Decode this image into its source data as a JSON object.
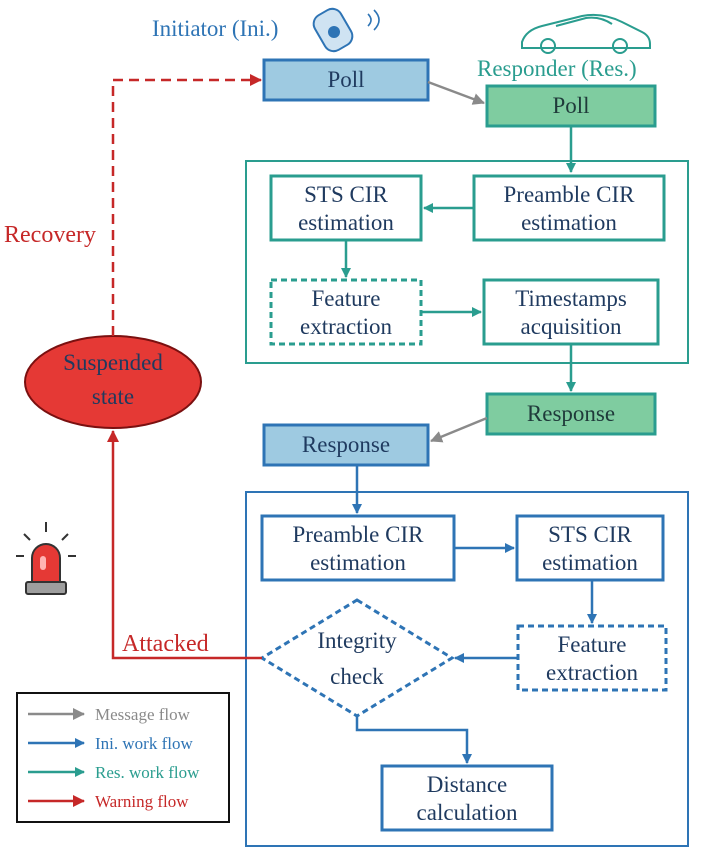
{
  "header": {
    "initiator": "Initiator (Ini.)",
    "responder": "Responder (Res.)"
  },
  "icons": {
    "key_fob": "key-fob-icon",
    "car": "car-icon",
    "alarm": "alarm-siren-icon"
  },
  "nodes": {
    "ini_poll": "Poll",
    "res_poll": "Poll",
    "res_sts_cir": [
      "STS CIR",
      "estimation"
    ],
    "res_preamble_cir": [
      "Preamble CIR",
      "estimation"
    ],
    "res_feature": [
      "Feature",
      "extraction"
    ],
    "res_timestamps": [
      "Timestamps",
      "acquisition"
    ],
    "res_response": "Response",
    "ini_response": "Response",
    "ini_preamble_cir": [
      "Preamble CIR",
      "estimation"
    ],
    "ini_sts_cir": [
      "STS CIR",
      "estimation"
    ],
    "ini_integrity": [
      "Integrity",
      "check"
    ],
    "ini_feature": [
      "Feature",
      "extraction"
    ],
    "ini_distance": [
      "Distance",
      "calculation"
    ],
    "suspended": [
      "Suspended",
      "state"
    ]
  },
  "edge_labels": {
    "recovery": "Recovery",
    "attacked": "Attacked"
  },
  "legend": [
    {
      "label": "Message flow",
      "color": "#8a8a8a"
    },
    {
      "label": "Ini. work flow",
      "color": "#2e74b5"
    },
    {
      "label": "Res. work flow",
      "color": "#2a9d8f"
    },
    {
      "label": "Warning flow",
      "color": "#c62828"
    }
  ],
  "colors": {
    "initiator": "#2e74b5",
    "initiator_fill": "#9ecae1",
    "responder": "#2a9d8f",
    "responder_fill": "#7fcca0",
    "warning": "#c62828",
    "warning_fill": "#e53935",
    "message": "#8a8a8a"
  }
}
